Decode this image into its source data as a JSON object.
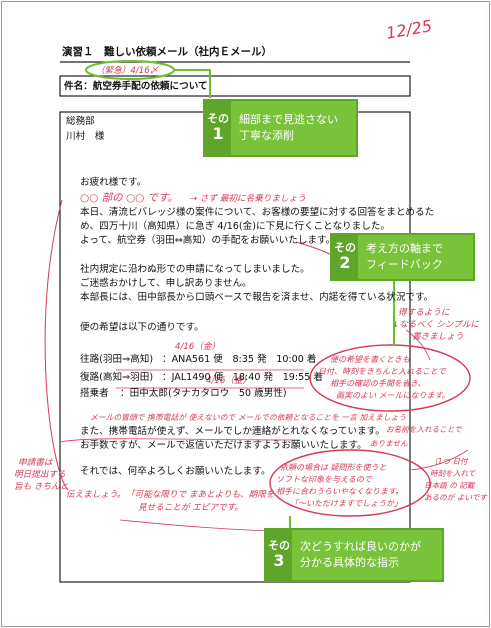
{
  "page": {
    "date_note": "12/25",
    "title": "演習１　難しい依頼メール（社内Ｅメール）",
    "top_note": "（緊急）4/16〆",
    "subject": "件名：航空券手配の依頼について",
    "to_dept": "総務部",
    "to_name": "川村　様",
    "greeting": "お疲れ様です。",
    "greeting_add": "○○ 部の ○○ です。",
    "greeting_comment": "→ さず 最初に名乗りましょう",
    "p1_l1": "本日、清流ビバレッジ様の案件について、お客様の要望に対する回答をまとめるた",
    "p1_l2": "め、四万十川（高知県）に急ぎ 4/16(金)に下見に行くことなりました。",
    "p1_l3": "よって、航空券（羽田⇔高知）の手配をお願いいたします。※",
    "p2_l1": "社内規定に沿わぬ形での申請になってしまいました。",
    "p2_l2": "ご迷惑おかけして、申し訳ありません。",
    "p2_l3": "本部長には、田中部長から口頭ベースで報告を済ませ、内諾を得ている状況です。",
    "wish": "便の希望は以下の通りです。",
    "out_label": "往路(羽田⇒高知)",
    "out_detail": "：ANA561 便　8:35 発　10:00 着",
    "ret_label": "復路(高知⇒羽田)",
    "ret_detail": "：JAL1490 便　18:40 発　19:55 着",
    "pax_label": "搭乗者",
    "pax_detail": "：田中太郎(タナカタロウ　50 歳男性)",
    "date_in_1": "4/16（金）",
    "date_in_2": "4/16（金）",
    "p3_l0": "メールの冒頭で 携帯電話が 使えないので メールでの依頼となることを 一言 加えましょう",
    "p3_l1": "また、携帯電話が使えず、メールでしか連絡がとれなくなっています。",
    "p3_l2": "お手数ですが、メールで返信いただけますようお願いいたします。",
    "closing": "それでは、何卒よろしくお願いいたします。",
    "left_note_l1": "申請書は",
    "left_note_l2": "明日提出する",
    "left_note_l3": "旨も きちんと",
    "left_note_tail": "伝えましょう。",
    "bottom_note_l1": "「可能な限りで まあとよりも、期限を",
    "bottom_note_l2": "見せることが エピアです。",
    "oval1_l1": "便の希望を書くときも",
    "oval1_l2": "日付、時刻をきちんと入れることで",
    "oval1_l3": "相手の確認の手間を省き、",
    "oval1_l4": "画実のよい メールになります。",
    "oval2_l1": "依頼の場合は 疑問形を使うと",
    "oval2_l2": "ソフトな印象を与えるので",
    "oval2_l3": "相手に合わうらいやなくなります。",
    "oval2_l4": "「～いただけますでしょうか」",
    "side_r1": "得するように",
    "side_r2": "↓なるべく シンプルに",
    "side_r3": "書きましょう",
    "side_r4": "お名前を入れることで",
    "side_r5": "ありません",
    "side_r6": "（1つ 日付",
    "side_r7": "時刻を入れて",
    "side_r8": "日本語 の 記載",
    "side_r9": "あるのが よいです"
  },
  "callouts": [
    {
      "label_top": "その",
      "label_num": "1",
      "line1": "細部まで見逃さない",
      "line2": "丁寧な添削"
    },
    {
      "label_top": "その",
      "label_num": "2",
      "line1": "考え方の軸まで",
      "line2": "フィードバック"
    },
    {
      "label_top": "その",
      "label_num": "3",
      "line1": "次どうすれば良いのかが",
      "line2": "分かる具体的な指示"
    }
  ],
  "colors": {
    "callout_green": "#79c33a",
    "callout_dark": "#5fa52a",
    "pen_red": "#d63a55",
    "connector": "#6cbf2e"
  }
}
